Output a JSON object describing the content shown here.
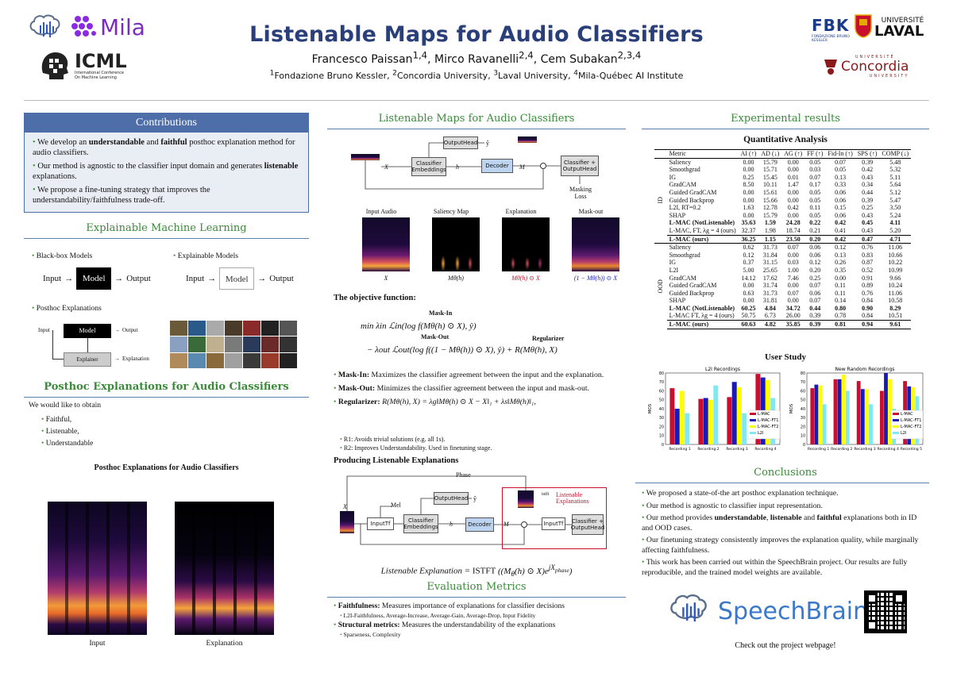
{
  "header": {
    "title": "Listenable Maps for Audio Classifiers",
    "authors": "Francesco Paissan1,4, Mirco Ravanelli2,4, Cem Subakan2,3,4",
    "affiliations": "1Fondazione Bruno Kessler, 2Concordia University, 3Laval University, 4Mila-Québec AI Institute",
    "logos_left": {
      "mila": "Mila",
      "icml": "ICML",
      "icml_sub": "International Conference On Machine Learning"
    },
    "logos_right": {
      "fbk": "FONDAZIONE BRUNO KESSLER",
      "laval_top": "UNIVERSITÉ",
      "laval": "LAVAL",
      "concordia_top": "UNIVERSITÉ",
      "concordia": "Concordia",
      "concordia_bottom": "UNIVERSITY"
    }
  },
  "contributions": {
    "title": "Contributions",
    "items": [
      "We develop an understandable and faithful posthoc explanation method for audio classifiers.",
      "Our method is agnostic to the classifier input domain and generates listenable explanations.",
      "We propose a fine-tuning strategy that improves the understandability/faithfulness trade-off."
    ]
  },
  "xml": {
    "title": "Explainable Machine Learning",
    "blackbox": "Black-box Models",
    "explainable": "Explainable Models",
    "input": "Input",
    "model": "Model",
    "output": "Output",
    "posthoc": "Posthoc Explanations",
    "explainer": "Explainer",
    "explanation": "Explanation"
  },
  "posthoc_audio": {
    "title": "Posthoc Explanations for Audio Classifiers",
    "intro": "We would like to obtain",
    "items": [
      "Faithful,",
      "Listenable,",
      "Understandable"
    ],
    "figure_title": "Posthoc Explanations for Audio Classifiers",
    "cap_input": "Input",
    "cap_explanation": "Explanation"
  },
  "lmac": {
    "title": "Listenable Maps for Audio Classifiers",
    "diagram": {
      "output_head": "OutputHead",
      "y_hat": "ŷ",
      "x": "X",
      "clf_emb": "Classifier Embeddings",
      "h": "h",
      "decoder": "Decoder",
      "m": "M",
      "clf_out": "Classifier + OutputHead",
      "masking_loss": "Masking Loss"
    },
    "panels": [
      "Input Audio",
      "Saliency Map",
      "Explanation",
      "Mask-out"
    ],
    "panel_caps": [
      "X",
      "Mθ(h)",
      "Mθ(h) ⊙ X",
      "(1 − Mθ(h)) ⊙ X"
    ],
    "objective_title": "The objective function:",
    "eq_mask_in": "Mask-In",
    "eq_mask_out": "Mask-Out",
    "eq_regularizer": "Regularizer",
    "eq_line1": "min λin ℒin(log f(Mθ(h) ⊙ X), ŷ)",
    "eq_line2": "− λout ℒout(log f((1 − Mθ(h)) ⊙ X), ŷ) + R(Mθ(h), X)",
    "bullets": [
      {
        "head": "Mask-In:",
        "text": " Maximizes the classifier agreement between the input and the explanation."
      },
      {
        "head": "Mask-Out:",
        "text": " Minimizes the classifier agreement between the input and mask-out."
      },
      {
        "head": "Regularizer:",
        "text": " R(Mθ(h), X) = λg‖Mθ(h) ⊙ X − X‖₁ + λs‖Mθ(h)‖₁,"
      }
    ],
    "sub_bullets": [
      "R1: Avoids trivial solutions (e.g. all 1s).",
      "R2: Improves Understandability. Used in finetuning stage."
    ],
    "producing_title": "Producing Listenable Explanations",
    "prod": {
      "phase": "Phase",
      "mel": "Mel",
      "input_tf": "InputTf",
      "istft": "istft",
      "listenable": "Listenable Explanations"
    },
    "listenable_eq": "Listenable Explanation = ISTFT((Mθ(h) ⊙ X)e^{jXphase})"
  },
  "metrics": {
    "title": "Evaluation Metrics",
    "items": [
      {
        "head": "Faithfulness:",
        "text": " Measures importance of explanations for classifier decisions",
        "sub": "L2I-Faithfulness, Average-Increase, Average-Gain, Average-Drop, Input Fidelity"
      },
      {
        "head": "Structural metrics:",
        "text": " Measures the understandability of the explanations",
        "sub": "Sparseness, Complexity"
      }
    ]
  },
  "results": {
    "title": "Experimental results",
    "quant_title": "Quantitative Analysis",
    "columns": [
      "Metric",
      "AI (↑)",
      "AD (↓)",
      "AG (↑)",
      "FF (↑)",
      "Fid-In (↑)",
      "SPS (↑)",
      "COMP (↓)"
    ],
    "id_label": "ID",
    "ood_label": "OOD",
    "id_rows": [
      [
        "Saliency",
        "0.00",
        "15.79",
        "0.00",
        "0.05",
        "0.07",
        "0.39",
        "5.48"
      ],
      [
        "Smoothgrad",
        "0.00",
        "15.71",
        "0.00",
        "0.03",
        "0.05",
        "0.42",
        "5.32"
      ],
      [
        "IG",
        "0.25",
        "15.45",
        "0.01",
        "0.07",
        "0.13",
        "0.43",
        "5.11"
      ],
      [
        "GradCAM",
        "8.50",
        "10.11",
        "1.47",
        "0.17",
        "0.33",
        "0.34",
        "5.64"
      ],
      [
        "Guided GradCAM",
        "0.00",
        "15.61",
        "0.00",
        "0.05",
        "0.06",
        "0.44",
        "5.12"
      ],
      [
        "Guided Backprop",
        "0.00",
        "15.66",
        "0.00",
        "0.05",
        "0.06",
        "0.39",
        "5.47"
      ],
      [
        "L2I, RT=0.2",
        "1.63",
        "12.78",
        "0.42",
        "0.11",
        "0.15",
        "0.25",
        "3.50"
      ],
      [
        "SHAP",
        "0.00",
        "15.79",
        "0.00",
        "0.05",
        "0.06",
        "0.43",
        "5.24"
      ],
      [
        "L-MAC (NotListenable)",
        "35.63",
        "1.59",
        "24.28",
        "0.22",
        "0.42",
        "0.45",
        "4.11"
      ],
      [
        "L-MAC, FT, λg = 4 (ours)",
        "32.37",
        "1.98",
        "18.74",
        "0.21",
        "0.41",
        "0.43",
        "5.20"
      ],
      [
        "L-MAC (ours)",
        "36.25",
        "1.15",
        "23.50",
        "0.20",
        "0.42",
        "0.47",
        "4.71"
      ]
    ],
    "ood_rows": [
      [
        "Saliency",
        "0.62",
        "31.73",
        "0.07",
        "0.06",
        "0.12",
        "0.76",
        "11.06"
      ],
      [
        "Smoothgrad",
        "0.12",
        "31.84",
        "0.00",
        "0.06",
        "0.13",
        "0.83",
        "10.66"
      ],
      [
        "IG",
        "0.37",
        "31.15",
        "0.03",
        "0.12",
        "0.26",
        "0.87",
        "10.22"
      ],
      [
        "L2I",
        "5.00",
        "25.65",
        "1.00",
        "0.20",
        "0.35",
        "0.52",
        "10.99"
      ],
      [
        "GradCAM",
        "14.12",
        "17.62",
        "7.46",
        "0.25",
        "0.00",
        "0.91",
        "9.66"
      ],
      [
        "Guided GradCAM",
        "0.00",
        "31.74",
        "0.00",
        "0.07",
        "0.11",
        "0.89",
        "10.24"
      ],
      [
        "Guided Backprop",
        "0.63",
        "31.73",
        "0.07",
        "0.06",
        "0.11",
        "0.76",
        "11.06"
      ],
      [
        "SHAP",
        "0.00",
        "31.81",
        "0.00",
        "0.07",
        "0.14",
        "0.84",
        "10.58"
      ],
      [
        "L-MAC (NotListenable)",
        "60.25",
        "4.84",
        "34.72",
        "0.44",
        "0.80",
        "0.90",
        "8.29"
      ],
      [
        "L-MAC FT, λg = 4 (ours)",
        "50.75",
        "6.73",
        "26.00",
        "0.39",
        "0.78",
        "0.84",
        "10.51"
      ],
      [
        "L-MAC (ours)",
        "60.63",
        "4.82",
        "35.85",
        "0.39",
        "0.81",
        "0.94",
        "9.61"
      ]
    ],
    "user_study_title": "User Study"
  },
  "chart_data": [
    {
      "type": "bar",
      "title": "L2I Recordings",
      "ylabel": "MOS",
      "categories": [
        "Recording 1",
        "Recording 2",
        "Recording 3",
        "Recording 4"
      ],
      "ylim": [
        0,
        80
      ],
      "yticks": [
        0,
        10,
        20,
        30,
        40,
        50,
        60,
        70,
        80
      ],
      "series": [
        {
          "name": "L-MAC",
          "color": "#c8102e",
          "values": [
            63,
            51,
            53,
            79
          ]
        },
        {
          "name": "L-MAC-FT1",
          "color": "#1a1ab8",
          "values": [
            40,
            52,
            70,
            75
          ]
        },
        {
          "name": "L-MAC-FT2",
          "color": "#ffff00",
          "values": [
            60,
            50,
            64,
            72
          ]
        },
        {
          "name": "L2I",
          "color": "#7fe8f0",
          "values": [
            35,
            66,
            35,
            52
          ]
        }
      ],
      "legend": "right"
    },
    {
      "type": "bar",
      "title": "New Random Recordings",
      "ylabel": "MOS",
      "categories": [
        "Recording 1",
        "Recording 2",
        "Recording 3",
        "Recording 4",
        "Recording 5"
      ],
      "ylim": [
        0,
        80
      ],
      "yticks": [
        0,
        10,
        20,
        30,
        40,
        50,
        60,
        70,
        80
      ],
      "series": [
        {
          "name": "L-MAC",
          "color": "#c8102e",
          "values": [
            63,
            73,
            71,
            60,
            71
          ]
        },
        {
          "name": "L-MAC-FT1",
          "color": "#1a1ab8",
          "values": [
            67,
            73,
            62,
            80,
            65
          ]
        },
        {
          "name": "L-MAC-FT2",
          "color": "#ffff00",
          "values": [
            66,
            78,
            62,
            73,
            64
          ]
        },
        {
          "name": "L2I",
          "color": "#7fe8f0",
          "values": [
            45,
            60,
            45,
            40,
            54
          ]
        }
      ],
      "legend": "right"
    }
  ],
  "conclusions": {
    "title": "Conclusions",
    "items": [
      "We proposed a state-of-the art posthoc explanation technique.",
      "Our method is agnostic to classifier input representation.",
      "Our method provides understandable, listenable and faithful explanations both in ID and OOD cases.",
      "Our finetuning strategy consistently improves the explanation quality, while marginally affecting faithfulness.",
      "This work has been carried out within the SpeechBrain project. Our results are fully reproducible, and the trained model weights are available."
    ],
    "speechbrain": "SpeechBrain",
    "webpage": "Check out the project webpage!"
  }
}
